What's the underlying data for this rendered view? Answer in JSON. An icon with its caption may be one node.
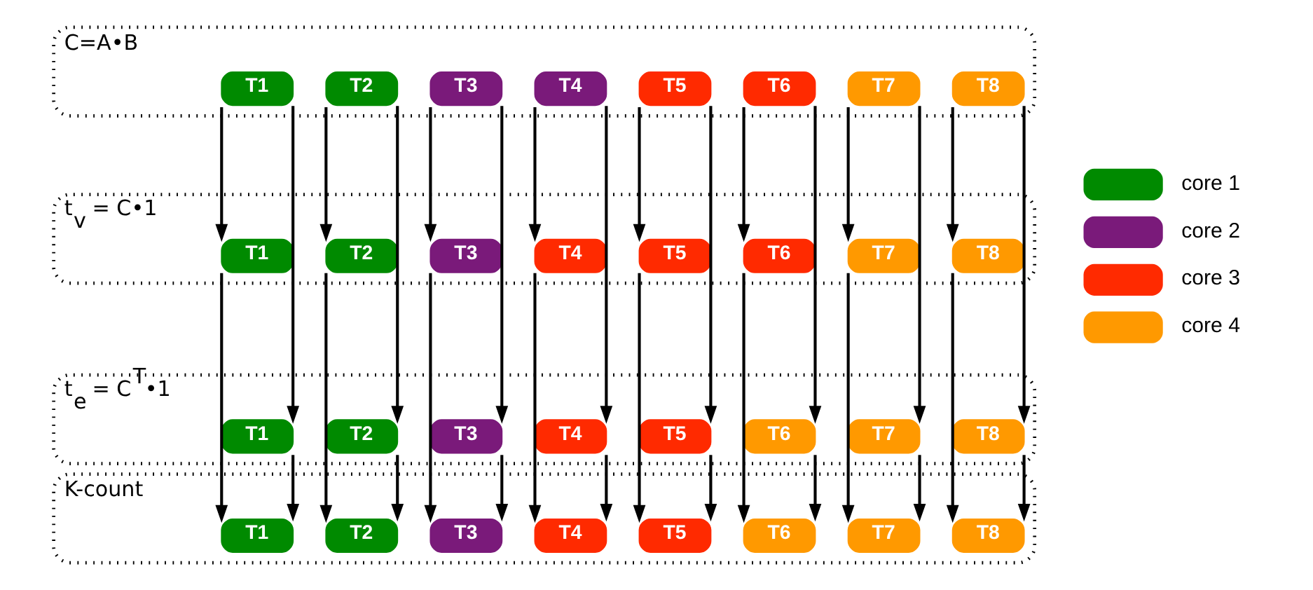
{
  "diagram": {
    "nodes": [
      {
        "text": [
          "C=A•B"
        ]
      },
      {
        "text": [
          "T1"
        ],
        "in": 0
      },
      {
        "text": [
          "T2"
        ],
        "in": 0
      },
      {
        "text": [
          "T3"
        ],
        "in": 0
      },
      {
        "text": [
          "T4"
        ],
        "in": 0
      },
      {
        "text": [
          "T5"
        ],
        "in": 0
      },
      {
        "text": [
          "T6"
        ],
        "in": 0
      },
      {
        "text": [
          "T7"
        ],
        "in": 0
      },
      {
        "text": [
          "T8"
        ],
        "in": 0
      },
      {
        "text": [
          "t$_{v}$ = C•1"
        ]
      },
      {
        "text": [
          "T1"
        ],
        "in": 9
      },
      {
        "text": [
          "T2"
        ],
        "in": 9
      },
      {
        "text": [
          "T3"
        ],
        "in": 9
      },
      {
        "text": [
          "T4"
        ],
        "in": 9
      },
      {
        "text": [
          "T5"
        ],
        "in": 9
      },
      {
        "text": [
          "T6"
        ],
        "in": 9
      },
      {
        "text": [
          "T7"
        ],
        "in": 9
      },
      {
        "text": [
          "T8"
        ],
        "in": 9
      },
      {
        "text": [
          "t$_{e}$ = C$^{T}$•1"
        ]
      },
      {
        "text": [
          "T1"
        ],
        "in": 18
      },
      {
        "text": [
          "T2"
        ],
        "in": 18
      },
      {
        "text": [
          "T3"
        ],
        "in": 18
      },
      {
        "text": [
          "T4"
        ],
        "in": 18
      },
      {
        "text": [
          "T5"
        ],
        "in": 18
      },
      {
        "text": [
          "T6"
        ],
        "in": 18
      },
      {
        "text": [
          "T7"
        ],
        "in": 18
      },
      {
        "text": [
          "T8"
        ],
        "in": 18
      },
      {
        "text": [
          "K-count"
        ]
      },
      {
        "text": [
          "T1"
        ],
        "in": 27
      },
      {
        "text": [
          "T2"
        ],
        "in": 27
      },
      {
        "text": [
          "T3"
        ],
        "in": 27
      },
      {
        "text": [
          "T4"
        ],
        "in": 27
      },
      {
        "text": [
          "T5"
        ],
        "in": 27
      },
      {
        "text": [
          "T6"
        ],
        "in": 27
      },
      {
        "text": [
          "T7"
        ],
        "in": 27
      },
      {
        "text": [
          "T8"
        ],
        "in": 27
      }
    ],
    "edges": [
      {
        "from": 1,
        "to": 10,
        "arrow": "to"
      },
      {
        "from": 1,
        "to": 19,
        "arrow": "to"
      },
      {
        "from": 2,
        "to": 11,
        "arrow": "to"
      },
      {
        "from": 2,
        "to": 20,
        "arrow": "to"
      },
      {
        "from": 3,
        "to": 12,
        "arrow": "to"
      },
      {
        "from": 3,
        "to": 21,
        "arrow": "to"
      },
      {
        "from": 4,
        "to": 13,
        "arrow": "to"
      },
      {
        "from": 4,
        "to": 22,
        "arrow": "to"
      },
      {
        "from": 5,
        "to": 14,
        "arrow": "to"
      },
      {
        "from": 5,
        "to": 23,
        "arrow": "to"
      },
      {
        "from": 6,
        "to": 15,
        "arrow": "to"
      },
      {
        "from": 6,
        "to": 24,
        "arrow": "to"
      },
      {
        "from": 7,
        "to": 16,
        "arrow": "to"
      },
      {
        "from": 7,
        "to": 25,
        "arrow": "to"
      },
      {
        "from": 8,
        "to": 17,
        "arrow": "to"
      },
      {
        "from": 8,
        "to": 26,
        "arrow": "to"
      },
      {
        "from": 10,
        "to": 28,
        "arrow": "to"
      },
      {
        "from": 19,
        "to": 28,
        "arrow": "to"
      },
      {
        "from": 11,
        "to": 29,
        "arrow": "to"
      },
      {
        "from": 20,
        "to": 29,
        "arrow": "to"
      },
      {
        "from": 12,
        "to": 30,
        "arrow": "to"
      },
      {
        "from": 21,
        "to": 30,
        "arrow": "to"
      },
      {
        "from": 13,
        "to": 31,
        "arrow": "to"
      },
      {
        "from": 22,
        "to": 31,
        "arrow": "to"
      },
      {
        "from": 14,
        "to": 32,
        "arrow": "to"
      },
      {
        "from": 23,
        "to": 32,
        "arrow": "to"
      },
      {
        "from": 15,
        "to": 33,
        "arrow": "to"
      },
      {
        "from": 24,
        "to": 33,
        "arrow": "to"
      },
      {
        "from": 16,
        "to": 34,
        "arrow": "to"
      },
      {
        "from": 25,
        "to": 34,
        "arrow": "to"
      },
      {
        "from": 17,
        "to": 35,
        "arrow": "to"
      },
      {
        "from": 26,
        "to": 35,
        "arrow": "to"
      }
    ],
    "legend": [
      {
        "text": "core 1",
        "color": "#008a00"
      },
      {
        "text": "core 2",
        "color": "#7a1a7a"
      },
      {
        "text": "core 3",
        "color": "#ff2a00"
      },
      {
        "text": "core 4",
        "color": "#ff9900"
      }
    ]
  }
}
